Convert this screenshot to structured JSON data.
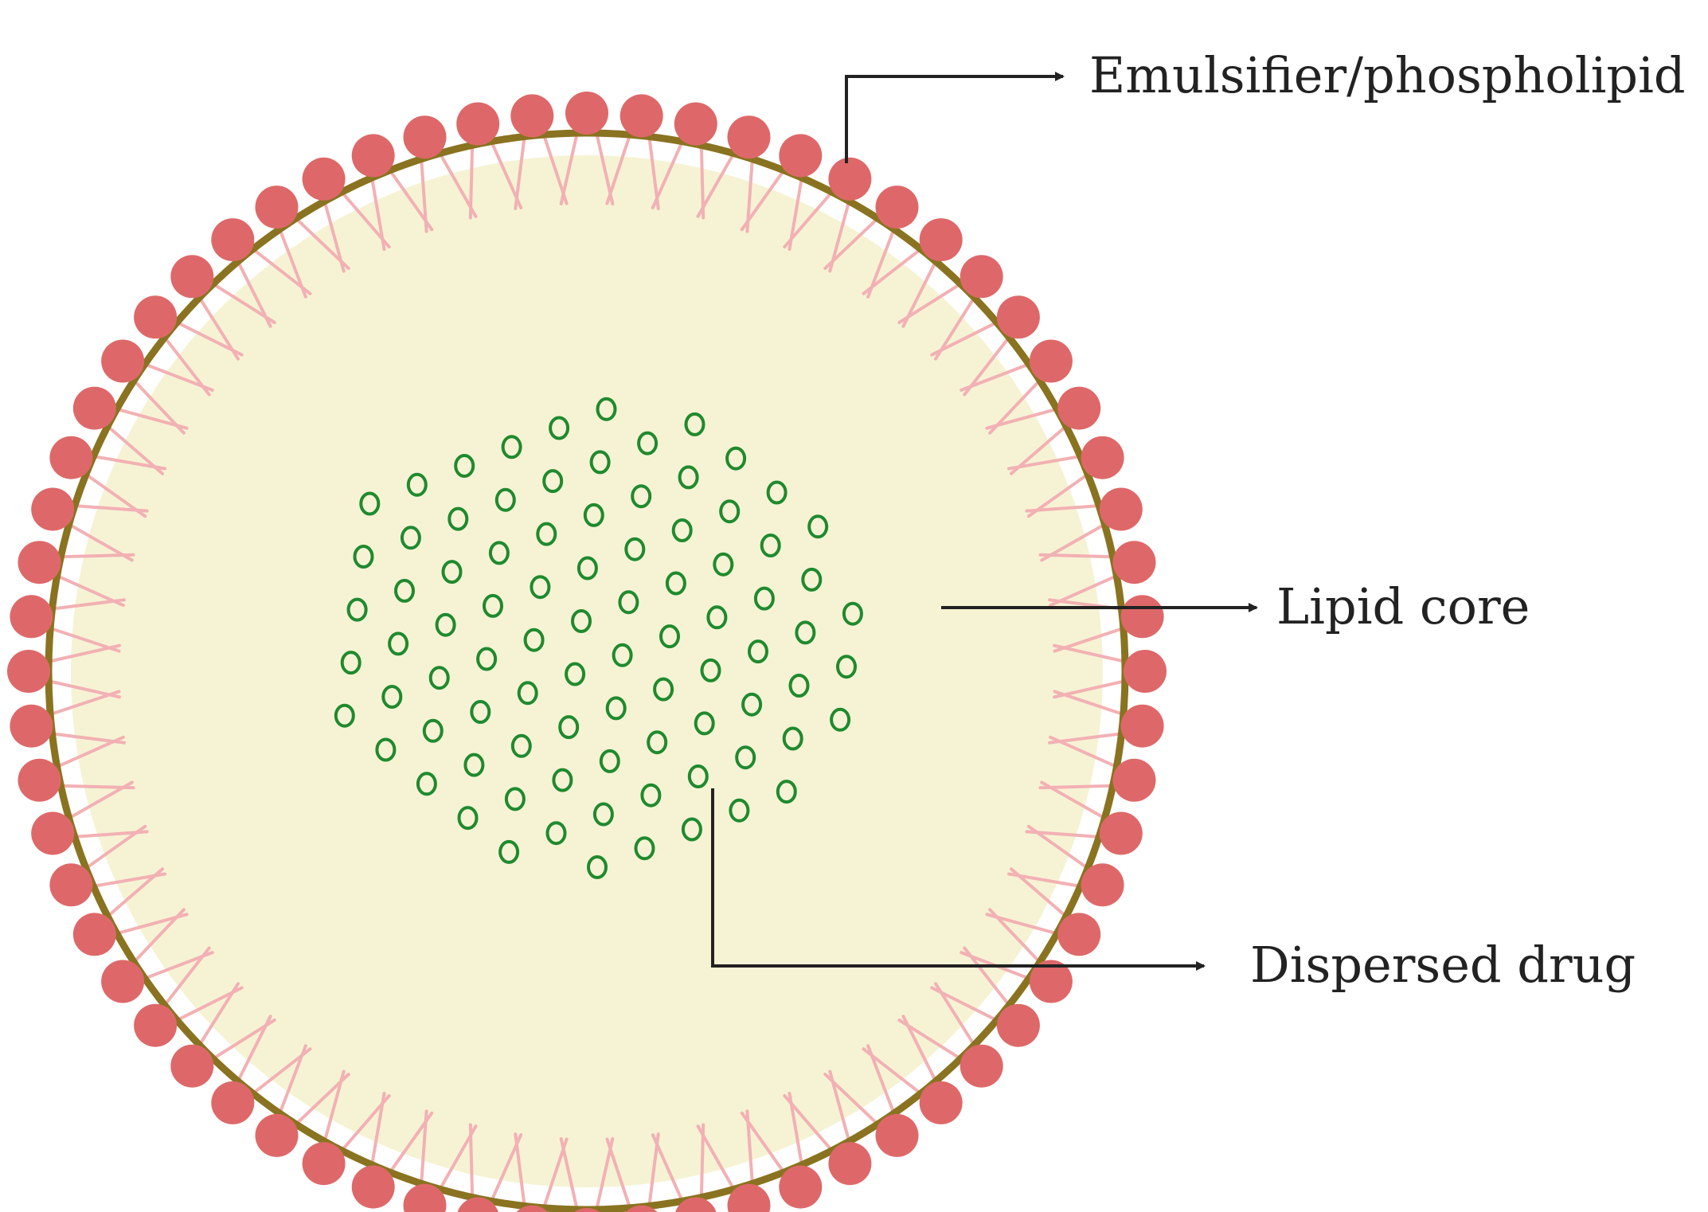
{
  "labels": {
    "emulsifier": "Emulsifier/phospholipid",
    "core": "Lipid core",
    "drug": "Dispersed drug"
  },
  "colors": {
    "background": "#ffffff",
    "core_fill": "#f6f3d4",
    "membrane_ring": "#8a7320",
    "head": "#de6869",
    "tail": "#f2b1b4",
    "drug_particle": "#1f8a2e",
    "arrow": "#222222",
    "text": "#222222"
  },
  "icons": {
    "phospholipid_head": "phospholipid-head-icon",
    "drug_particle": "drug-particle-icon",
    "arrow": "arrow-right-icon"
  }
}
